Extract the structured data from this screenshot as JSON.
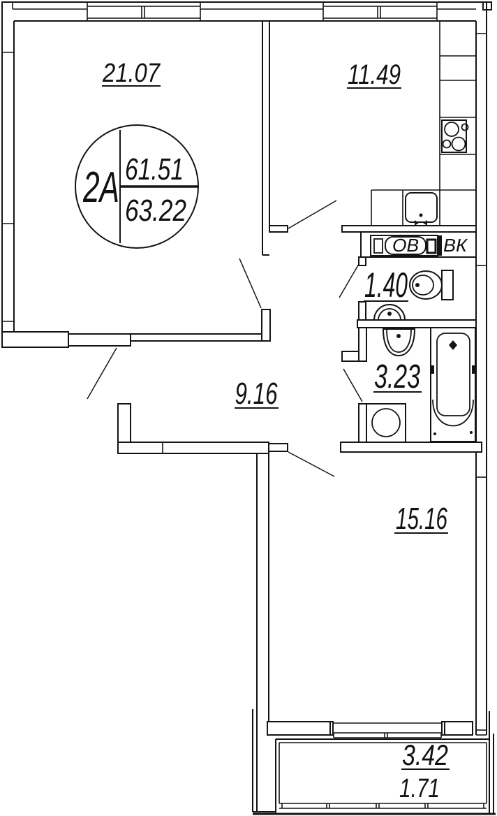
{
  "stamp": {
    "unit_type": "2А",
    "upper_area": "61.51",
    "lower_area": "63.22"
  },
  "rooms": {
    "living": {
      "area": "21.07"
    },
    "kitchen": {
      "area": "11.49"
    },
    "hall": {
      "area": "9.16"
    },
    "wc": {
      "area": "1.40"
    },
    "bath": {
      "area": "3.23"
    },
    "bedroom": {
      "area": "15.16"
    }
  },
  "balcony": {
    "area": "3.42",
    "reduced_area": "1.71"
  },
  "shafts": {
    "heating": "ОВ",
    "water": "ВК"
  }
}
